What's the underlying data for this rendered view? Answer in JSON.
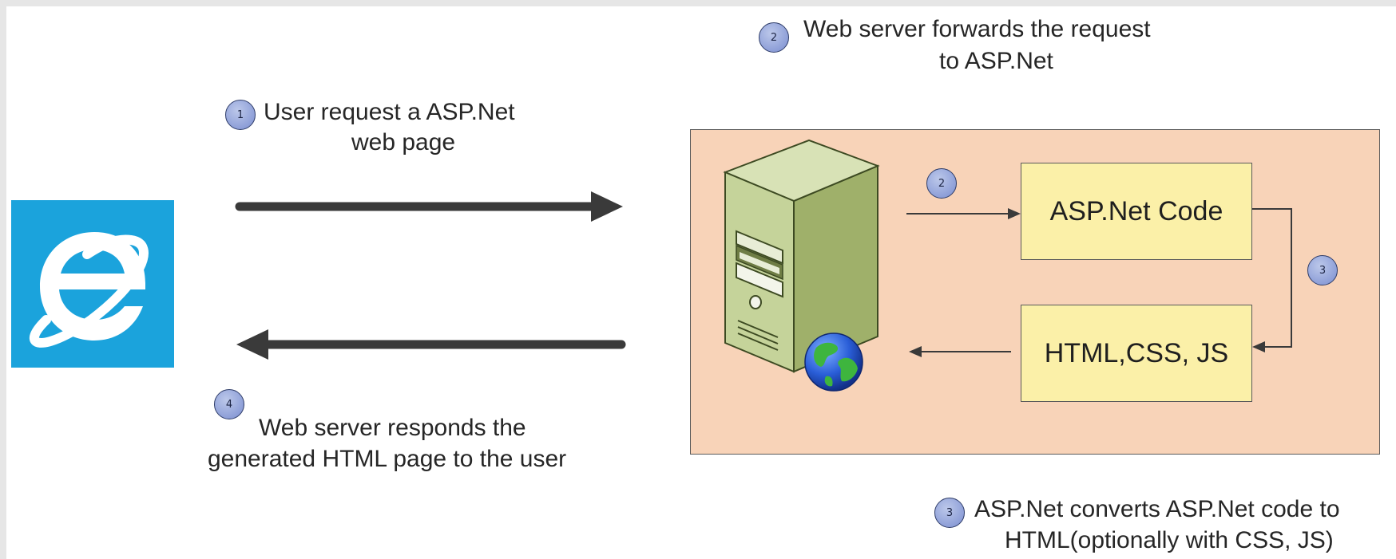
{
  "steps": {
    "step1": {
      "number": "1",
      "text_line1": "User request a ASP.Net",
      "text_line2": "web page"
    },
    "step2": {
      "number": "2",
      "text_line1": "Web server forwards the request",
      "text_line2": "to ASP.Net"
    },
    "step3": {
      "number": "3",
      "text_line1": "ASP.Net converts ASP.Net code to",
      "text_line2": "HTML(optionally with CSS, JS)"
    },
    "step4": {
      "number": "4",
      "text_line1": "Web server responds the",
      "text_line2": "generated HTML page to the user"
    }
  },
  "boxes": {
    "aspnet_code": "ASP.Net Code",
    "html_css_js": "HTML,CSS, JS"
  },
  "icons": {
    "browser": "internet-explorer-icon",
    "server": "server-tower-icon",
    "globe": "globe-icon"
  },
  "colors": {
    "ie_tile": "#1ba3dc",
    "server_area": "#f8d3b8",
    "code_box": "#fbf0a8",
    "badge": "#8e9fd8",
    "arrow": "#3a3a3a"
  }
}
